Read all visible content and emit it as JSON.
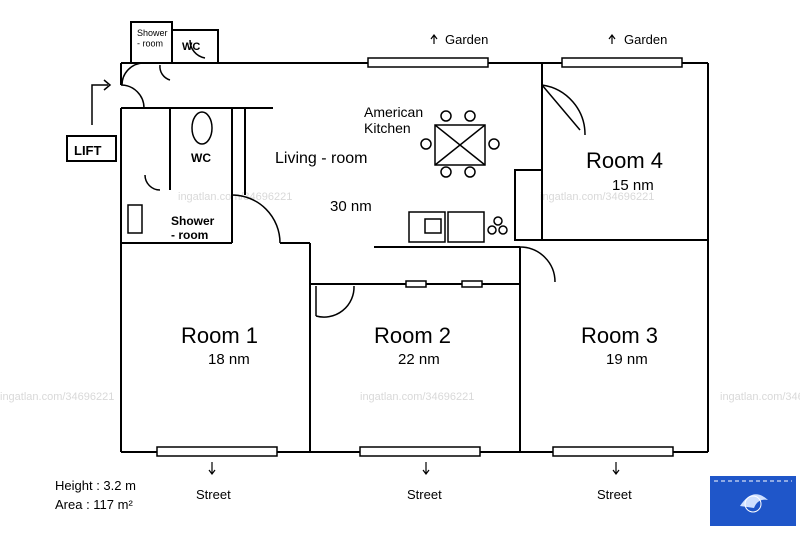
{
  "labels": {
    "lift": "LIFT",
    "shower_top": "Shower\n- room",
    "wc_top": "WC",
    "wc_inner": "WC",
    "shower_inner": "Shower\n- room",
    "kitchen": "American\nKitchen",
    "living": "Living - room",
    "living_area": "30 nm",
    "room4": "Room 4",
    "room4_area": "15 nm",
    "room1": "Room 1",
    "room1_area": "18 nm",
    "room2": "Room 2",
    "room2_area": "22 nm",
    "room3": "Room 3",
    "room3_area": "19 nm",
    "garden_left": "Garden",
    "garden_right": "Garden",
    "street_1": "Street",
    "street_2": "Street",
    "street_3": "Street",
    "height": "Height : 3.2 m",
    "area": "Area : 117 m²"
  },
  "watermark": "ingatlan.com/34696221",
  "colors": {
    "line": "#000000",
    "logo_bg": "#1f56c9",
    "watermark": "#d9d9d9"
  }
}
